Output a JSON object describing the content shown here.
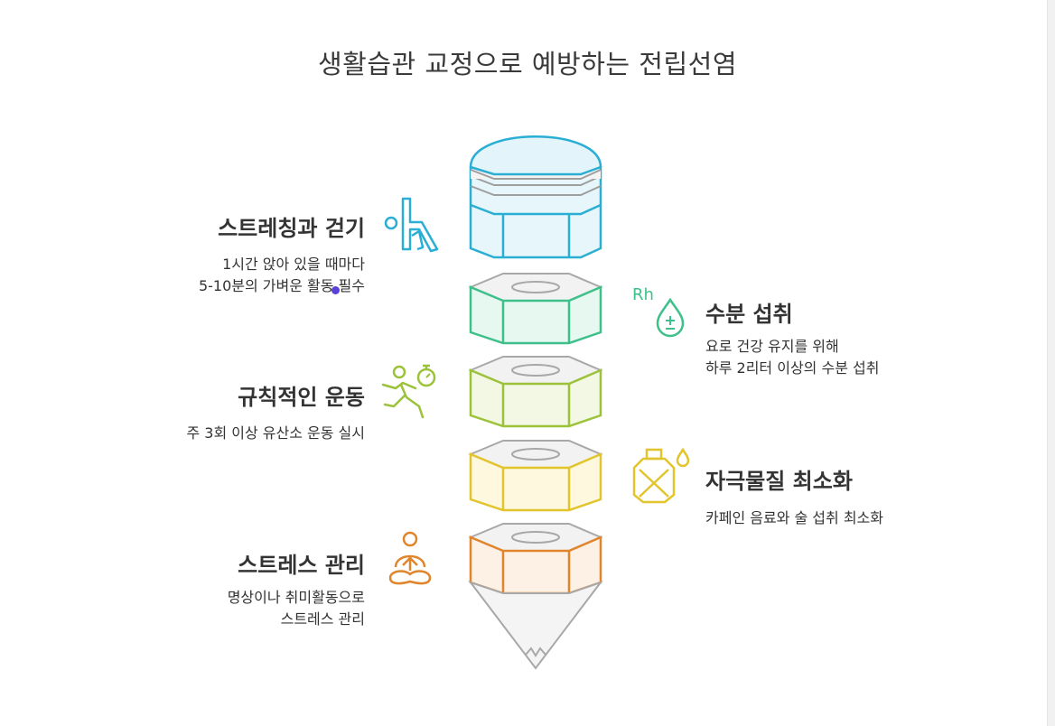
{
  "title": "생활습관 교정으로 예방하는 전립선염",
  "items": [
    {
      "heading": "스트레칭과 걷기",
      "desc_lines": [
        "1시간 앉아 있을 때마다",
        "5-10분의 가벼운 활동 필수"
      ],
      "icon": "stretching-person-icon",
      "color": "#2aaed4",
      "side": "left"
    },
    {
      "heading": "수분 섭취",
      "desc_lines": [
        "요로 건강 유지를 위해",
        "하루 2리터 이상의 수분 섭취"
      ],
      "icon": "water-drop-rh-icon",
      "icon_text": "Rh",
      "color": "#3ec08a",
      "side": "right"
    },
    {
      "heading": "규칙적인 운동",
      "desc_lines": [
        "주 3회 이상 유산소 운동 실시"
      ],
      "icon": "running-timer-icon",
      "color": "#9cc23a",
      "side": "left"
    },
    {
      "heading": "자극물질 최소화",
      "desc_lines": [
        "카페인 음료와 술 섭취 최소화"
      ],
      "icon": "crossed-bottle-icon",
      "color": "#e2c52c",
      "side": "right"
    },
    {
      "heading": "스트레스 관리",
      "desc_lines": [
        "명상이나 취미활동으로",
        "스트레스 관리"
      ],
      "icon": "meditation-person-icon",
      "color": "#e0852c",
      "side": "left"
    }
  ]
}
